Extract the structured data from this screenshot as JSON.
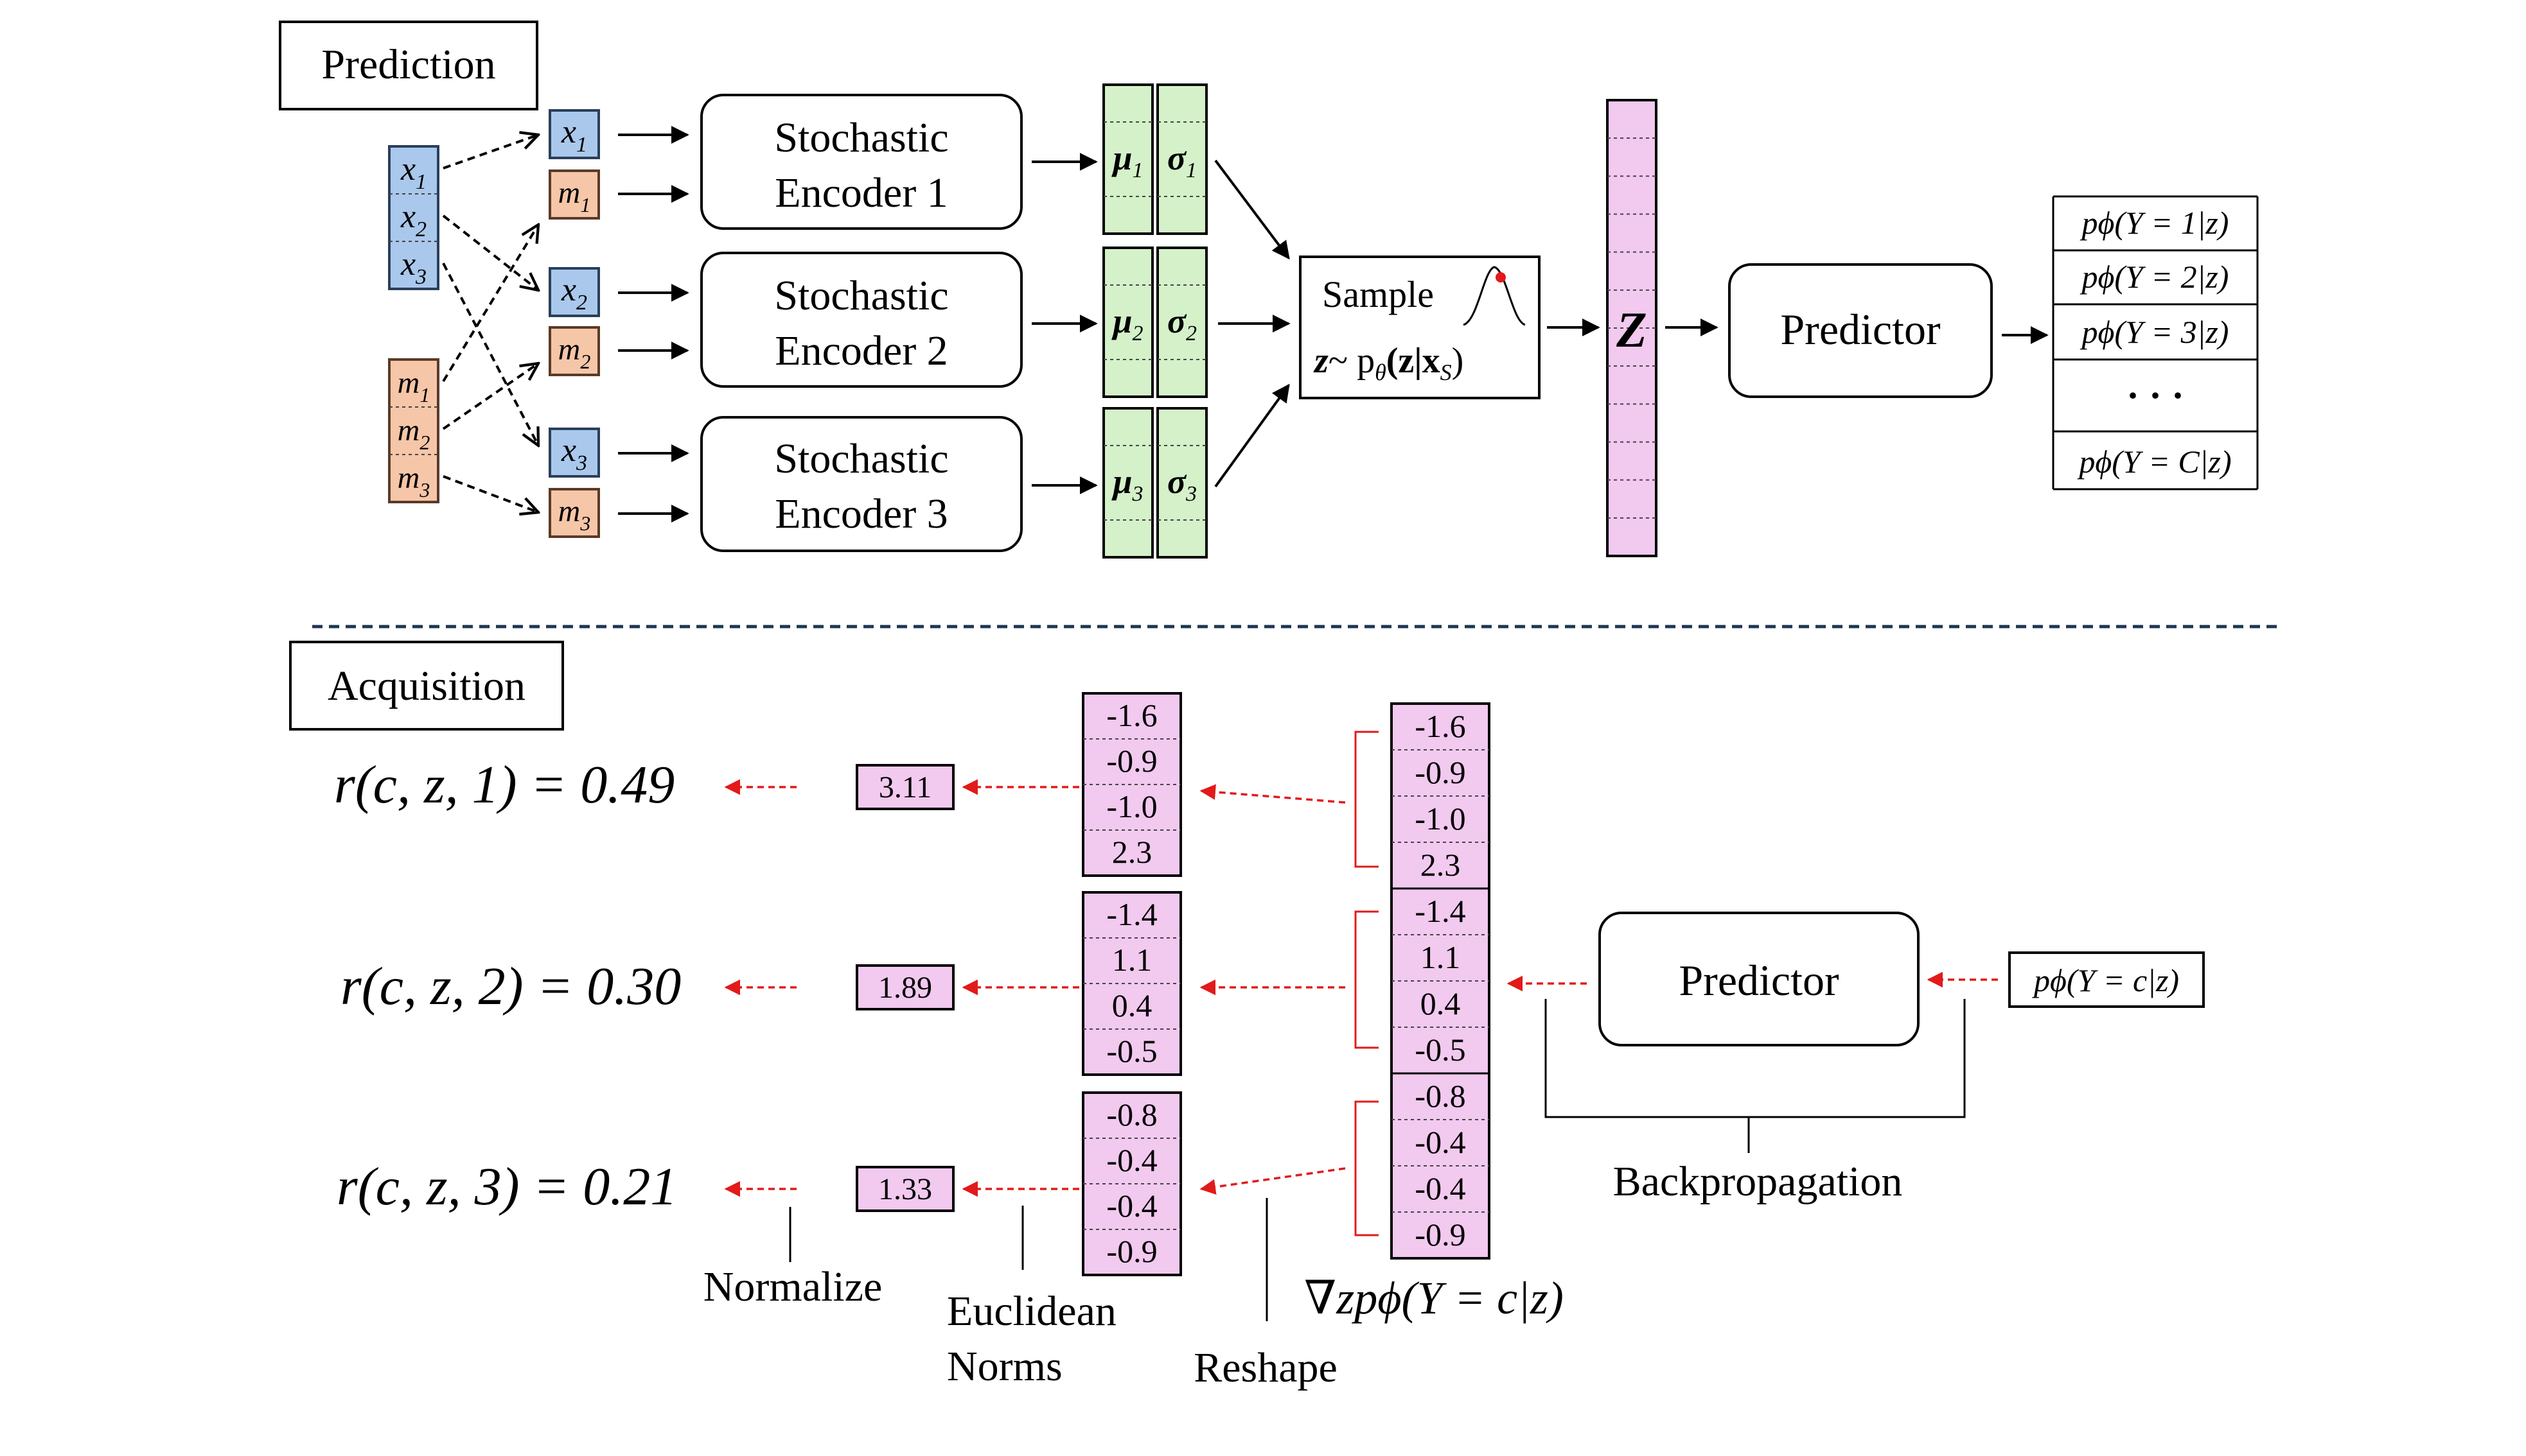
{
  "prediction": {
    "title": "Prediction",
    "inputs_x": [
      "x",
      "x",
      "x"
    ],
    "inputs_m": [
      "m",
      "m",
      "m"
    ],
    "subscripts": [
      "1",
      "2",
      "3"
    ],
    "encoders": [
      {
        "line1": "Stochastic",
        "line2": "Encoder 1"
      },
      {
        "line1": "Stochastic",
        "line2": "Encoder 2"
      },
      {
        "line1": "Stochastic",
        "line2": "Encoder 3"
      }
    ],
    "mu": "μ",
    "sigma": "σ",
    "sample_label": "Sample",
    "sample_formula_lhs": "z",
    "sample_formula_rhs": "~ p",
    "sample_formula_theta": "θ",
    "sample_formula_args": "(z|x",
    "sample_formula_s": "S",
    "sample_formula_close": ")",
    "z_label": "Z",
    "predictor_label": "Predictor",
    "outputs": [
      "pϕ(Y = 1|z)",
      "pϕ(Y = 2|z)",
      "pϕ(Y = 3|z)",
      "pϕ(Y = C|z)"
    ],
    "ellipsis": "· · ·"
  },
  "acquisition": {
    "title": "Acquisition",
    "results": [
      {
        "label": "r(c, z, 1) = 0.49",
        "norm": "3.11",
        "values": [
          "-1.6",
          "-0.9",
          "-1.0",
          "2.3"
        ]
      },
      {
        "label": "r(c, z, 2) = 0.30",
        "norm": "1.89",
        "values": [
          "-1.4",
          "1.1",
          "0.4",
          "-0.5"
        ]
      },
      {
        "label": "r(c, z, 3) = 0.21",
        "norm": "1.33",
        "values": [
          "-0.8",
          "-0.4",
          "-0.4",
          "-0.9"
        ]
      }
    ],
    "gradient_values": [
      "-1.6",
      "-0.9",
      "-1.0",
      "2.3",
      "-1.4",
      "1.1",
      "0.4",
      "-0.5",
      "-0.8",
      "-0.4",
      "-0.4",
      "-0.9"
    ],
    "predictor_label": "Predictor",
    "input_label": "pϕ(Y = c|z)",
    "backprop_label": "Backpropagation",
    "normalize_label": "Normalize",
    "euclid_line1": "Euclidean",
    "euclid_line2": "Norms",
    "reshape_label": "Reshape",
    "gradient_label": "∇zpϕ(Y = c|z)"
  }
}
